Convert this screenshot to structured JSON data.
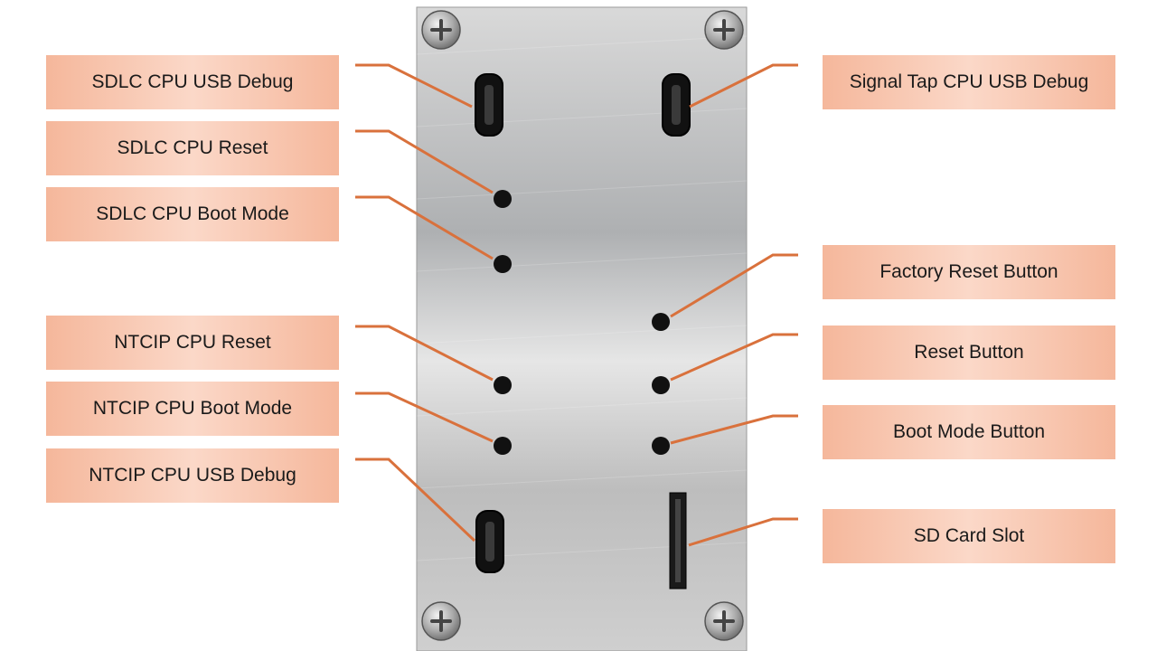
{
  "labels": {
    "sdlc_usb_debug": "SDLC CPU USB Debug",
    "sdlc_reset": "SDLC CPU Reset",
    "sdlc_boot_mode": "SDLC CPU Boot Mode",
    "ntcip_reset": "NTCIP CPU Reset",
    "ntcip_boot_mode": "NTCIP CPU Boot Mode",
    "ntcip_usb_debug": "NTCIP CPU USB Debug",
    "signal_tap_usb_debug": "Signal Tap CPU USB Debug",
    "factory_reset_button": "Factory Reset Button",
    "reset_button": "Reset Button",
    "boot_mode_button": "Boot Mode Button",
    "sd_card_slot": "SD Card Slot"
  },
  "colors": {
    "leader_line": "#d9713c",
    "label_fill": "#f5b79b",
    "plate": "#c9c9c9"
  }
}
